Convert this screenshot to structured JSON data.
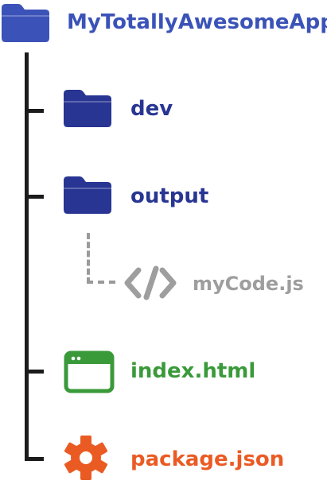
{
  "tree": {
    "root": {
      "label": "MyTotallyAwesomeApp",
      "icon": "folder-icon",
      "color": "#3b53b8"
    },
    "items": [
      {
        "label": "dev",
        "icon": "folder-icon",
        "color": "#283593"
      },
      {
        "label": "output",
        "icon": "folder-icon",
        "color": "#283593"
      },
      {
        "label": "myCode.js",
        "icon": "code-icon",
        "color": "#9e9e9e"
      },
      {
        "label": "index.html",
        "icon": "browser-window-icon",
        "color": "#3a9a3a"
      },
      {
        "label": "package.json",
        "icon": "gear-icon",
        "color": "#ea5b24"
      }
    ]
  }
}
